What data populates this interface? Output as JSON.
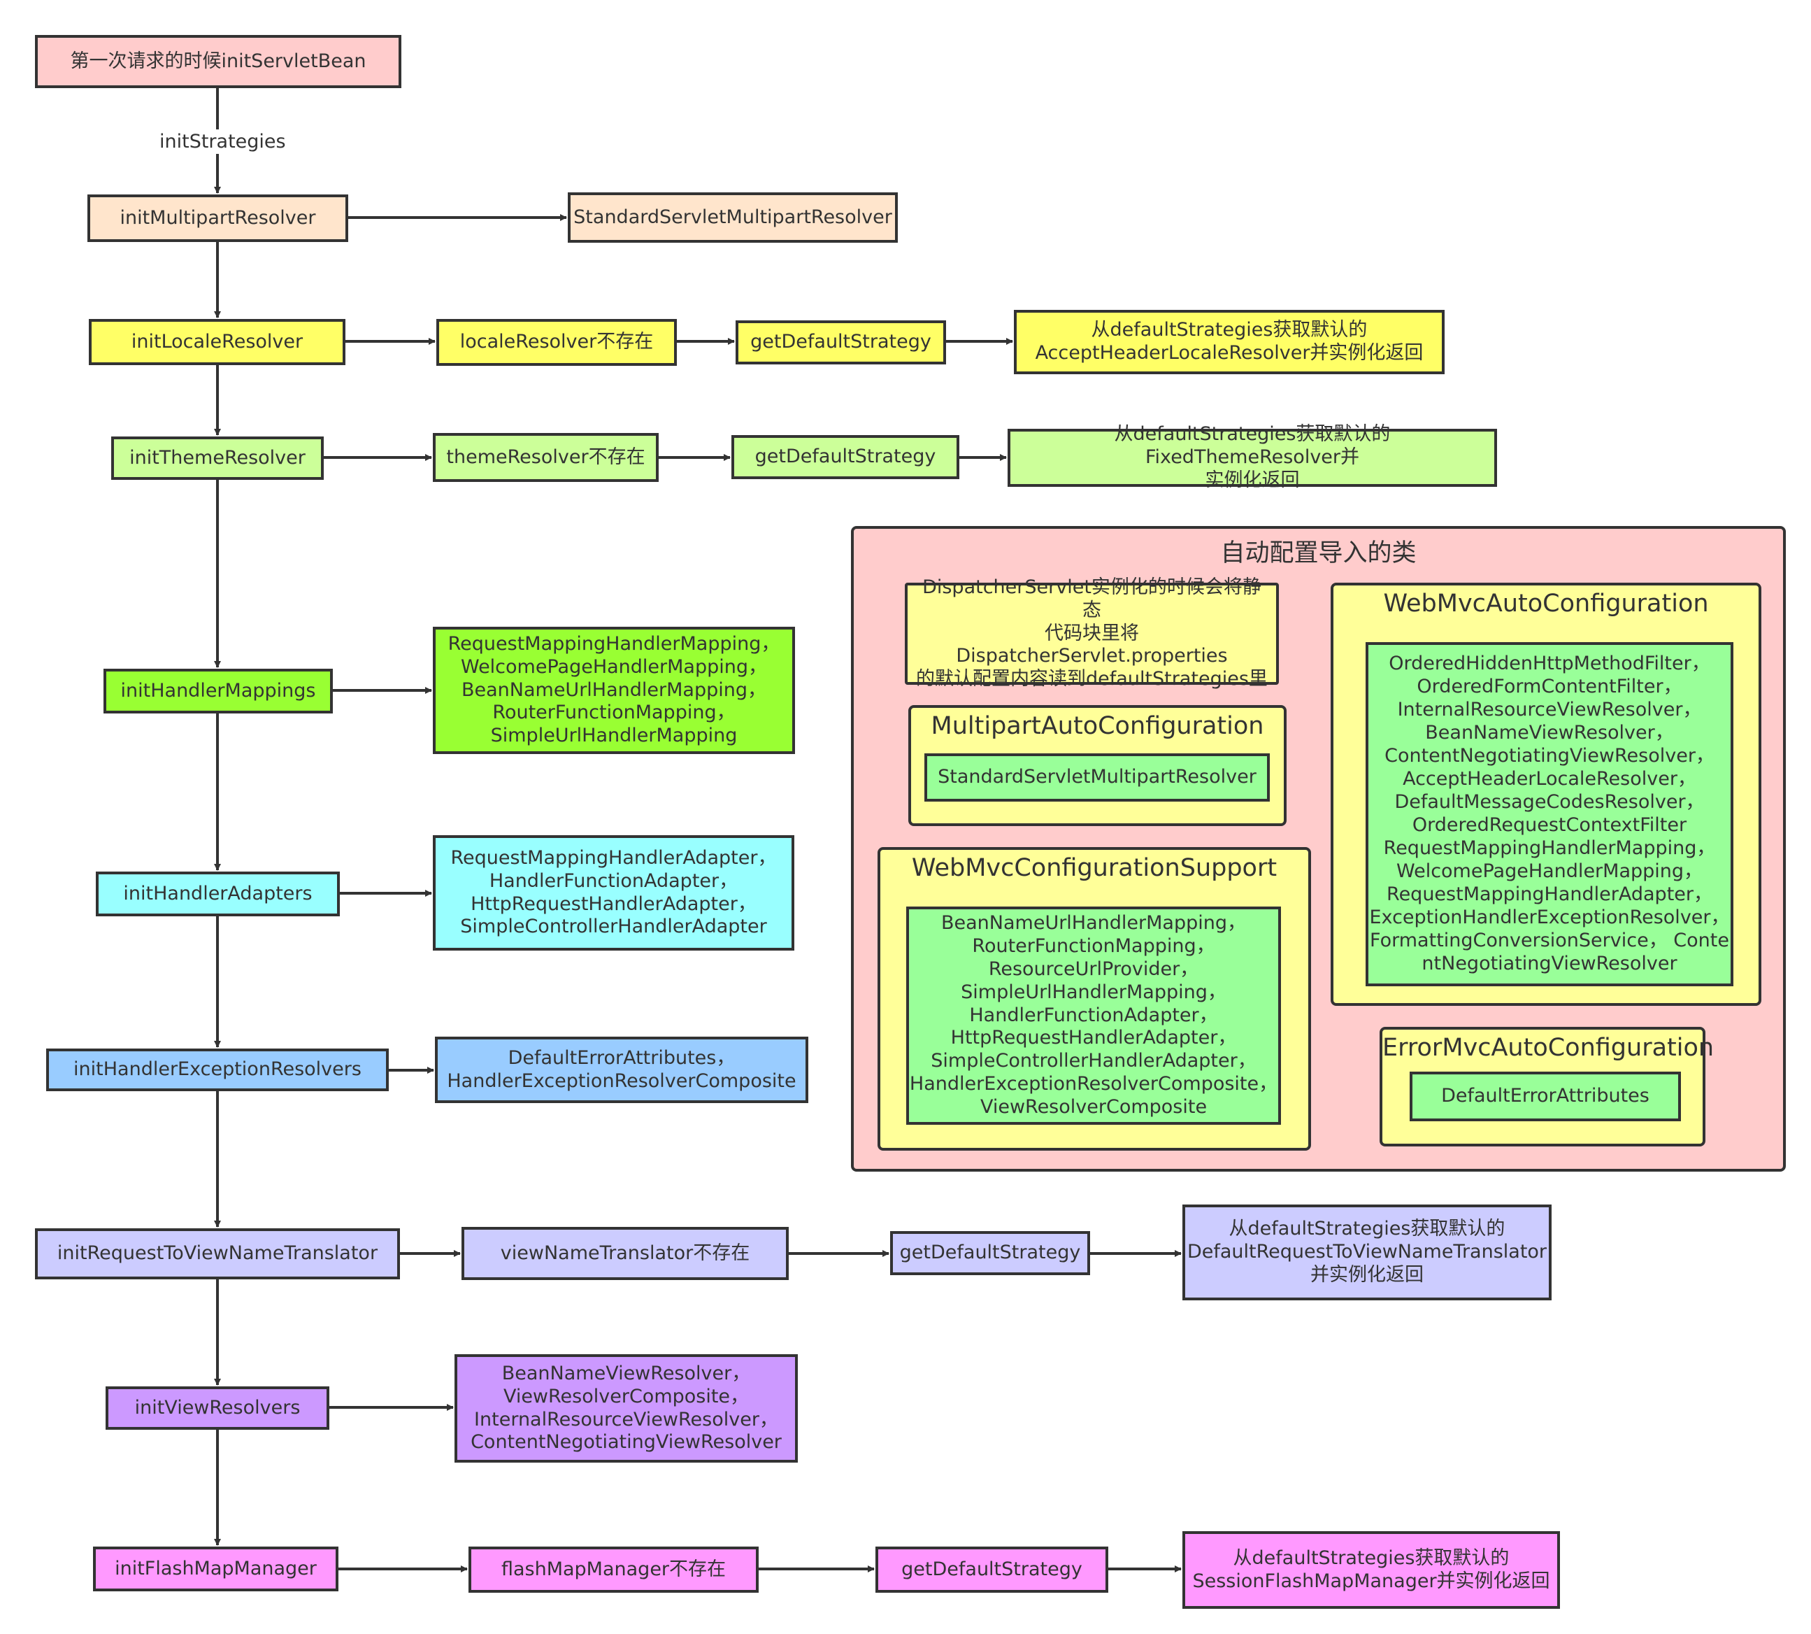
{
  "colors": {
    "start": "#ffcccc",
    "multipart": "#ffe5cc",
    "locale": "#ffff66",
    "theme": "#ccff99",
    "mappings": "#99ff33",
    "adapters": "#99ffff",
    "exception": "#99ccff",
    "translator": "#ccccff",
    "views": "#cc99ff",
    "flashmap": "#ff99ff",
    "panel": "#ffcccc",
    "config": "#ffff99",
    "inner": "#99ff99",
    "line": "#333333"
  },
  "edge_label": "initStrategies",
  "main": {
    "start": "第一次请求的时候initServletBean",
    "multipart": "initMultipartResolver",
    "locale": "initLocaleResolver",
    "theme": "initThemeResolver",
    "mappings": "initHandlerMappings",
    "adapters": "initHandlerAdapters",
    "exception": "initHandlerExceptionResolvers",
    "translator": "initRequestToViewNameTranslator",
    "views": "initViewResolvers",
    "flashmap": "initFlashMapManager"
  },
  "branches": {
    "multipart_result": "StandardServletMultipartResolver",
    "locale_missing": "localeResolver不存在",
    "locale_strategy": "getDefaultStrategy",
    "locale_result": "从defaultStrategies获取默认的\nAcceptHeaderLocaleResolver并实例化返回",
    "theme_missing": "themeResolver不存在",
    "theme_strategy": "getDefaultStrategy",
    "theme_result": "从defaultStrategies获取默认的FixedThemeResolver并\n实例化返回",
    "mappings_result": "RequestMappingHandlerMapping，\nWelcomePageHandlerMapping，\nBeanNameUrlHandlerMapping，\nRouterFunctionMapping，\nSimpleUrlHandlerMapping",
    "adapters_result": "RequestMappingHandlerAdapter，\nHandlerFunctionAdapter，\nHttpRequestHandlerAdapter，\nSimpleControllerHandlerAdapter",
    "exception_result": "DefaultErrorAttributes，\nHandlerExceptionResolverComposite",
    "translator_missing": "viewNameTranslator不存在",
    "translator_strategy": "getDefaultStrategy",
    "translator_result": "从defaultStrategies获取默认的\nDefaultRequestToViewNameTranslator\n并实例化返回",
    "views_result": "BeanNameViewResolver，\nViewResolverComposite，\nInternalResourceViewResolver，\nContentNegotiatingViewResolver",
    "flashmap_missing": "flashMapManager不存在",
    "flashmap_strategy": "getDefaultStrategy",
    "flashmap_result": "从defaultStrategies获取默认的\nSessionFlashMapManager并实例化返回"
  },
  "panel": {
    "title": "自动配置导入的类",
    "note": "DispatcherServlet实例化的时候会将静态\n代码块里将DispatcherServlet.properties\n的默认配置内容读到defaultStrategies里",
    "multipart_config": {
      "title": "MultipartAutoConfiguration",
      "content": "StandardServletMultipartResolver"
    },
    "support_config": {
      "title": "WebMvcConfigurationSupport",
      "content": "BeanNameUrlHandlerMapping，\nRouterFunctionMapping，\nResourceUrlProvider，\nSimpleUrlHandlerMapping，\nHandlerFunctionAdapter，\nHttpRequestHandlerAdapter，\nSimpleControllerHandlerAdapter，\nHandlerExceptionResolverComposite，\nViewResolverComposite"
    },
    "auto_config": {
      "title": "WebMvcAutoConfiguration",
      "content": "OrderedHiddenHttpMethodFilter，\nOrderedFormContentFilter，\nInternalResourceViewResolver，\nBeanNameViewResolver，\nContentNegotiatingViewResolver，\nAcceptHeaderLocaleResolver，\nDefaultMessageCodesResolver，\nOrderedRequestContextFilter\nRequestMappingHandlerMapping，\nWelcomePageHandlerMapping，\nRequestMappingHandlerAdapter，\nExceptionHandlerExceptionResolver，\nFormattingConversionService， Conte\nntNegotiatingViewResolver"
    },
    "error_config": {
      "title": "ErrorMvcAutoConfiguration",
      "content": "DefaultErrorAttributes"
    }
  }
}
